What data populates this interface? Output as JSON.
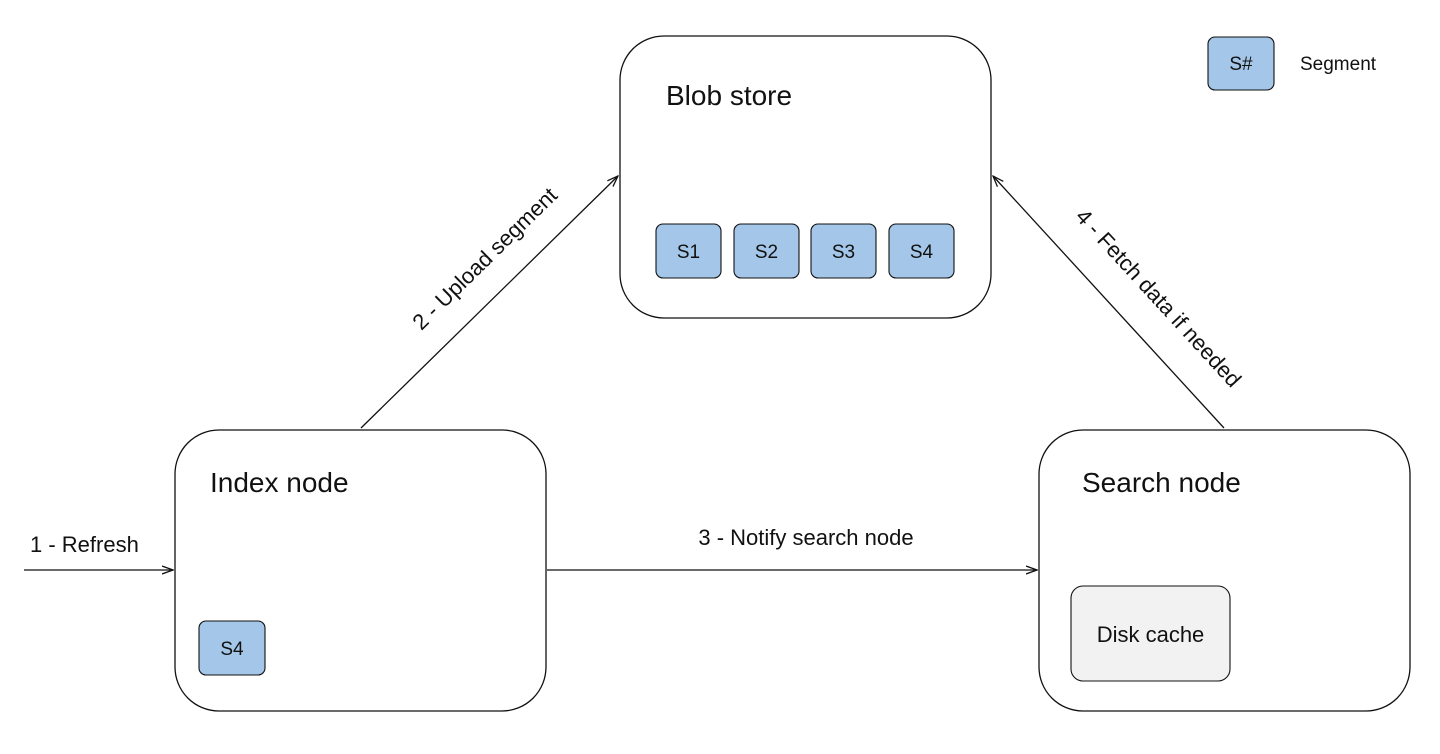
{
  "colors": {
    "segment_fill": "#a4c6e8",
    "cache_fill": "#f2f2f2",
    "stroke": "#111111",
    "background": "#ffffff"
  },
  "legend": {
    "swatch_label": "S#",
    "description": "Segment"
  },
  "nodes": {
    "blob_store": {
      "title": "Blob store",
      "segments": [
        "S1",
        "S2",
        "S3",
        "S4"
      ]
    },
    "index_node": {
      "title": "Index node",
      "segments": [
        "S4"
      ]
    },
    "search_node": {
      "title": "Search node",
      "cache_label": "Disk cache"
    }
  },
  "edges": {
    "refresh": "1 - Refresh",
    "upload": "2 - Upload segment",
    "notify": "3 - Notify search node",
    "fetch": "4 - Fetch data if needed"
  }
}
